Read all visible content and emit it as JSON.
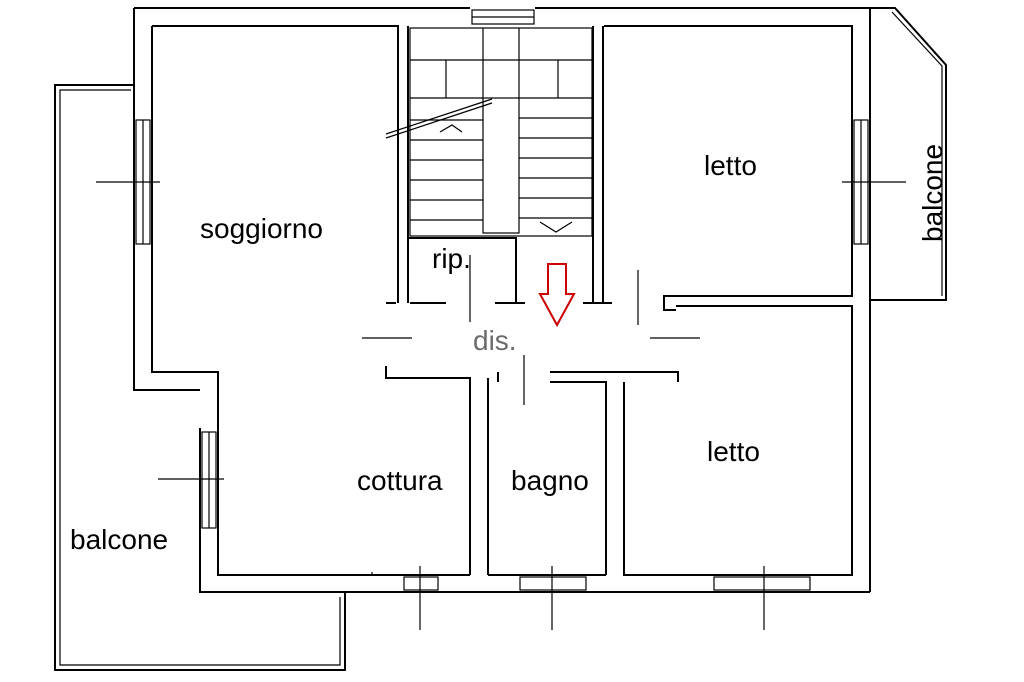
{
  "rooms": {
    "soggiorno": "soggiorno",
    "letto_top": "letto",
    "letto_bottom": "letto",
    "balcone_right": "balcone",
    "balcone_left": "balcone",
    "rip": "rip.",
    "dis": "dis.",
    "cottura": "cottura",
    "bagno": "bagno"
  },
  "colors": {
    "wall": "#000000",
    "entrance_arrow": "#cc0000",
    "muted_label": "#6b6b6b"
  },
  "icons": {
    "entrance": "arrow-down-icon"
  }
}
